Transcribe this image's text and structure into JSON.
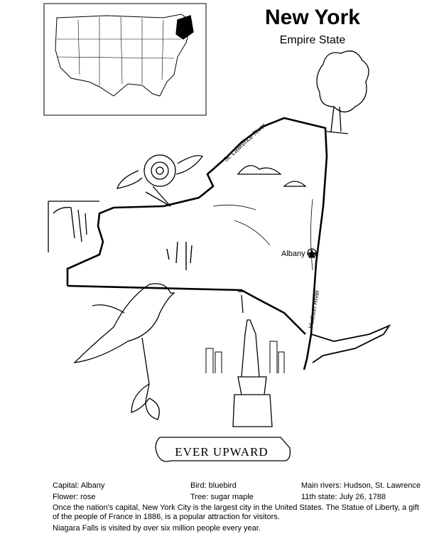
{
  "header": {
    "title": "New York",
    "subtitle": "Empire State"
  },
  "map": {
    "labels": {
      "river_north": "St. Lawrence River",
      "capital": "Albany",
      "river_east": "Hudson River"
    },
    "icons": [
      "us-locator-map",
      "niagara-falls",
      "rose",
      "maple-tree",
      "mountains",
      "capital-star",
      "bluebird",
      "statue-of-liberty",
      "city-skyline"
    ]
  },
  "motto": "EVER UPWARD",
  "facts": {
    "capital": "Capital: Albany",
    "bird": "Bird: bluebird",
    "rivers": "Main rivers: Hudson, St. Lawrence",
    "flower": "Flower: rose",
    "tree": "Tree: sugar maple",
    "statehood": "11th state: July 26, 1788"
  },
  "paragraphs": [
    "Once the nation's capital, New York City is the largest city in the United States. The Statue of Liberty, a gift of the people of France in 1886, is a popular attraction for visitors.",
    "Niagara Falls is visited by over six million people every year."
  ]
}
